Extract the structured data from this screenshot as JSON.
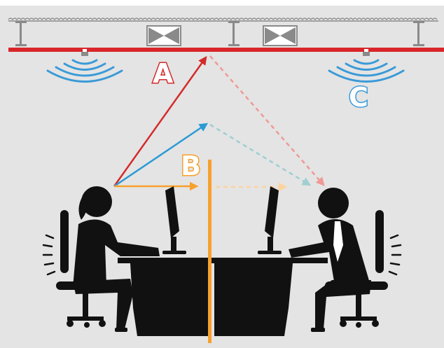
{
  "labels": {
    "a": "A",
    "b": "B",
    "c": "C"
  },
  "colors": {
    "background": "#e4e4e4",
    "ceiling_rail": "#d9252a",
    "path_a": "#d42a2a",
    "path_a_reflected": "#ef9a95",
    "path_b": "#f7a02c",
    "path_b_reflected": "#fbd3a0",
    "path_c": "#2b9ad6",
    "path_c_reflected": "#9fcfd0",
    "sound_waves": "#3a9ad8",
    "silhouette": "#111111",
    "panel": "#f7a02c"
  },
  "icons": [
    "ceiling-truss-icon",
    "ceiling-vent-icon",
    "ceiling-speaker-icon",
    "sound-wave-icon",
    "woman-at-desk-icon",
    "man-at-desk-icon",
    "computer-monitor-icon",
    "office-chair-icon",
    "desk-icon"
  ]
}
